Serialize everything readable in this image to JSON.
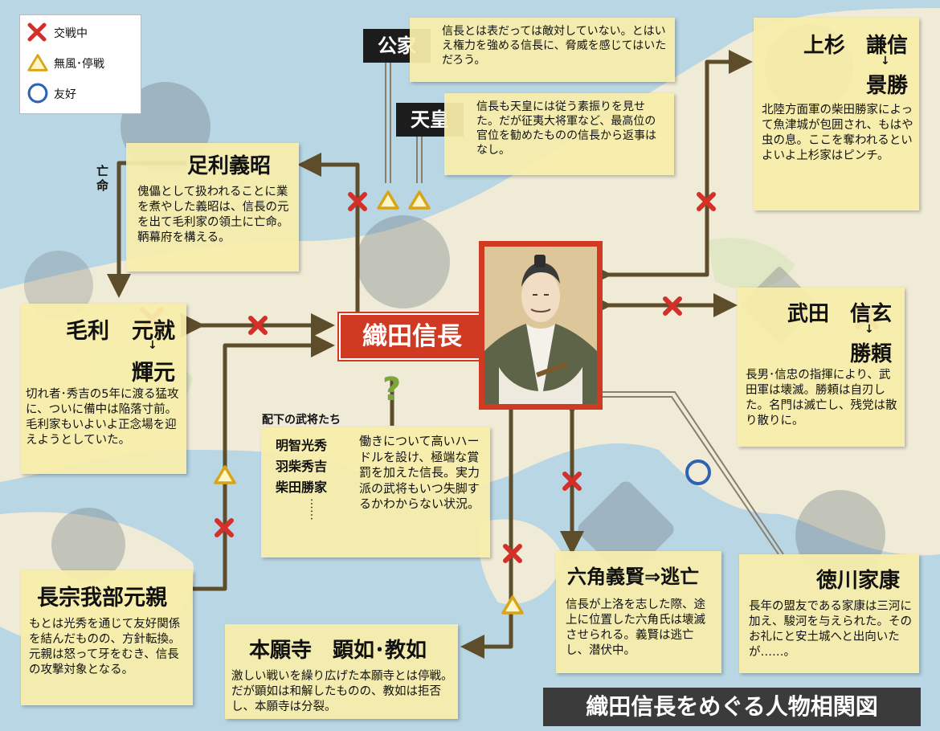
{
  "legend": {
    "war": "交戦中",
    "truce": "無風･停戦",
    "friendly": "友好"
  },
  "tags": {
    "kuge": "公家",
    "tenno": "天皇"
  },
  "notes": {
    "kuge": "信長とは表だっては敵対していない。とはいえ権力を強める信長に、脅威を感じてはいただろう。",
    "tenno": "信長も天皇には従う素振りを見せた。だが征夷大将軍など、最高位の官位を勧めたものの信長から返事はなし。"
  },
  "center": {
    "name": "織田信長",
    "question": "?"
  },
  "people": {
    "ashikaga": {
      "name": "足利義昭",
      "exile": "亡命",
      "desc": "傀儡として扱われることに業を煮やした義昭は、信長の元を出て毛利家の領土に亡命。鞆幕府を構える。"
    },
    "mori": {
      "name1": "毛利",
      "name2": "元就",
      "arrow": "↓",
      "name3": "輝元",
      "desc": "切れ者･秀吉の5年に渡る猛攻に、ついに備中は陥落寸前。毛利家もいよいよ正念場を迎えようとしていた。"
    },
    "chosokabe": {
      "name": "長宗我部元親",
      "desc": "もとは光秀を通じて友好関係を結んだものの、方針転換。元親は怒って牙をむき、信長の攻撃対象となる。"
    },
    "honganji": {
      "name": "本願寺　顕如･教如",
      "desc": "激しい戦いを繰り広げた本願寺とは停戦。だが顕如は和解したものの、教如は拒否し、本願寺は分裂。"
    },
    "rokkaku": {
      "name": "六角義賢⇒逃亡",
      "desc": "信長が上洛を志した際、途上に位置した六角氏は壊滅させられる。義賢は逃亡し、潜伏中。"
    },
    "tokugawa": {
      "name": "徳川家康",
      "desc": "長年の盟友である家康は三河に加え、駿河を与えられた。そのお礼にと安土城へと出向いたが……。"
    },
    "takeda": {
      "name1": "武田",
      "name2": "信玄",
      "arrow": "↓",
      "name3": "勝頼",
      "desc": "長男･信忠の指揮により、武田軍は壊滅。勝頼は自刃した。名門は滅亡し、残党は散り散りに。"
    },
    "uesugi": {
      "name1": "上杉",
      "name2": "謙信",
      "arrow": "↓",
      "name3": "景勝",
      "desc": "北陸方面軍の柴田勝家によって魚津城が包囲され、もはや虫の息。ここを奪われるといよいよ上杉家はピンチ。"
    }
  },
  "vassals": {
    "label": "配下の武将たち",
    "names": [
      "明智光秀",
      "羽柴秀吉",
      "柴田勝家"
    ],
    "ellipsis": "……",
    "desc": "働きについて高いハードルを設け、極端な賞罰を加えた信長。実力派の武将もいつ失脚するかわからない状況。"
  },
  "banner": "織田信長をめぐる人物相関図",
  "colors": {
    "line": "#5e4d2a",
    "war": "#d4302a",
    "truce": "#d8a418",
    "friendly": "#2f62b4",
    "center_red": "#d13a22",
    "note_bg": "#f7eeaa",
    "banner_bg": "#3b3b3b",
    "land": "#f1ecd8",
    "sea": "#b9d7e6"
  }
}
